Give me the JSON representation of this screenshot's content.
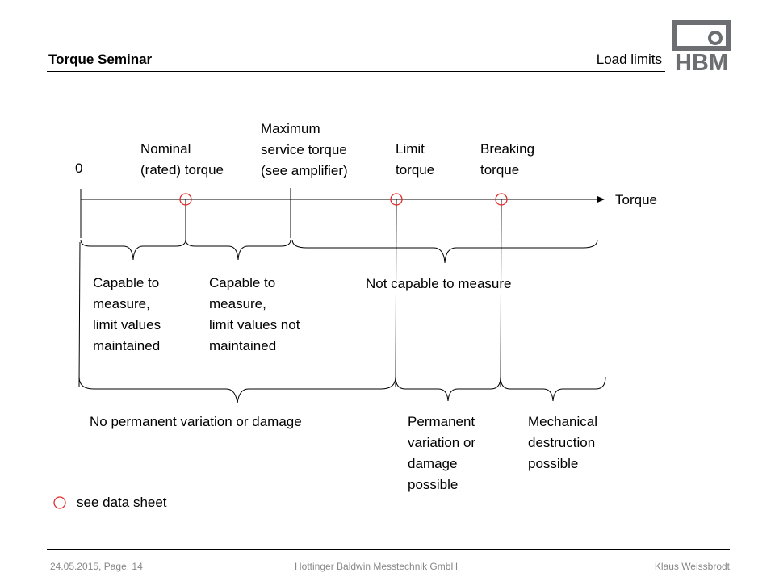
{
  "header": {
    "title": "Torque Seminar",
    "subtitle": "Load limits"
  },
  "logo": {
    "text": "HBM",
    "color": "#6d6e71"
  },
  "axis": {
    "zero_label": "0",
    "end_label": "Torque",
    "markers": [
      {
        "label": "Nominal\n(rated) torque",
        "circle": true
      },
      {
        "label": "Maximum\nservice torque\n(see amplifier)",
        "circle": false
      },
      {
        "label": "Limit\ntorque",
        "circle": true
      },
      {
        "label": "Breaking\ntorque",
        "circle": true
      }
    ]
  },
  "ranges_top": [
    "Capable to\nmeasure,\nlimit values\nmaintained",
    "Capable to\nmeasure,\nlimit values not\nmaintained",
    "Not capable to measure"
  ],
  "ranges_bottom": [
    "No permanent variation or damage",
    "Permanent\nvariation or\ndamage\npossible",
    "Mechanical\ndestruction\npossible"
  ],
  "legend": {
    "label": "see data sheet",
    "marker_color": "#e32b2b"
  },
  "footer": {
    "date_page": "24.05.2015, Page. 14",
    "company": "Hottinger Baldwin Messtechnik GmbH",
    "author": "Klaus Weissbrodt"
  }
}
